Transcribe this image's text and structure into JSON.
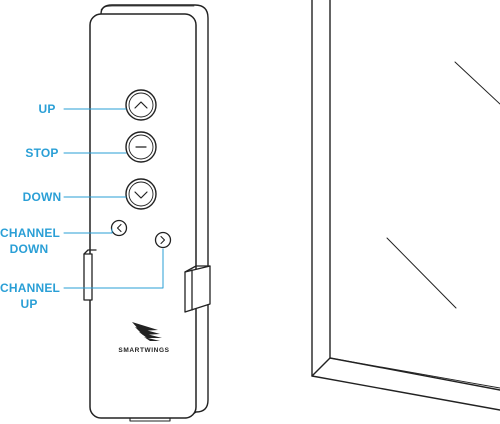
{
  "colors": {
    "label": "#2a9fd6",
    "line": "#222222",
    "callout": "#2a9fd6"
  },
  "labels": {
    "up": "UP",
    "stop": "STOP",
    "down": "DOWN",
    "channel_down": [
      "CHANNEL",
      "DOWN"
    ],
    "channel_up": [
      "CHANNEL",
      "UP"
    ]
  },
  "remote": {
    "brand": "SMARTWINGS",
    "logo_icon": "smartwings-logo-icon",
    "buttons": [
      {
        "name": "up-button",
        "icon": "chevron-up-icon"
      },
      {
        "name": "stop-button",
        "icon": "minus-icon"
      },
      {
        "name": "down-button",
        "icon": "chevron-down-icon"
      },
      {
        "name": "channel-down-button",
        "icon": "chevron-left-icon"
      },
      {
        "name": "channel-up-button",
        "icon": "chevron-right-icon"
      }
    ]
  }
}
